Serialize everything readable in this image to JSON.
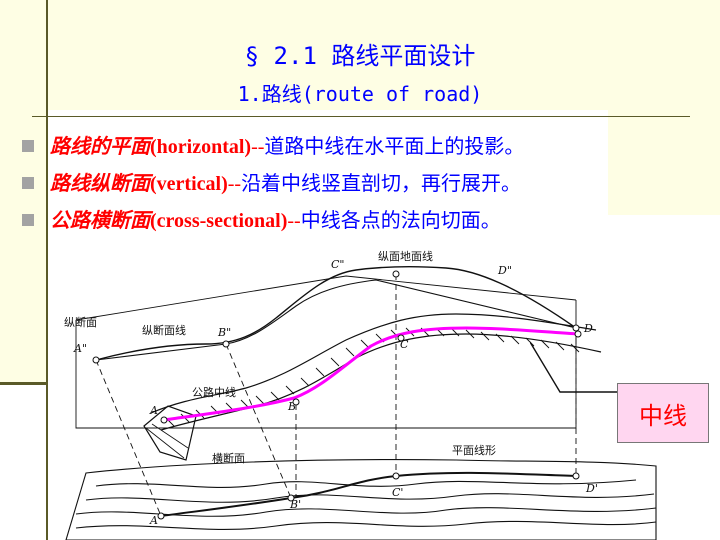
{
  "title": {
    "main": "§ 2.1    路线平面设计",
    "sub": "1.路线(route of road)"
  },
  "bullets": [
    {
      "term": "路线的平面",
      "english": "(horizontal)",
      "dash": "--",
      "definition": "道路中线在水平面上的投影。"
    },
    {
      "term": "路线纵断面",
      "english": "(vertical)",
      "dash": "--",
      "definition": "沿着中线竖直剖切，再行展开。"
    },
    {
      "term": "公路横断面",
      "english": "(cross-sectional)",
      "dash": "--",
      "definition": "中线各点的法向切面。"
    }
  ],
  "figure_labels": {
    "ground_line": "纵面地面线",
    "profile_plane": "纵断面",
    "profile_line": "纵断面线",
    "centerline": "公路中线",
    "cross_section": "横断面",
    "plan_line": "平面线形",
    "A2": "A\"",
    "B2": "B\"",
    "C2": "C\"",
    "D2": "D\"",
    "A": "A",
    "B": "B",
    "C": "C",
    "D": "D",
    "A1": "A'",
    "B1": "B'",
    "C1": "C'",
    "D1": "D'"
  },
  "callout": {
    "label": "中线"
  },
  "colors": {
    "title": "#0000ff",
    "term": "#ff0000",
    "centerline": "#ff00ff",
    "callout_bg": "#ffd6f0",
    "band": "#fefee4"
  }
}
